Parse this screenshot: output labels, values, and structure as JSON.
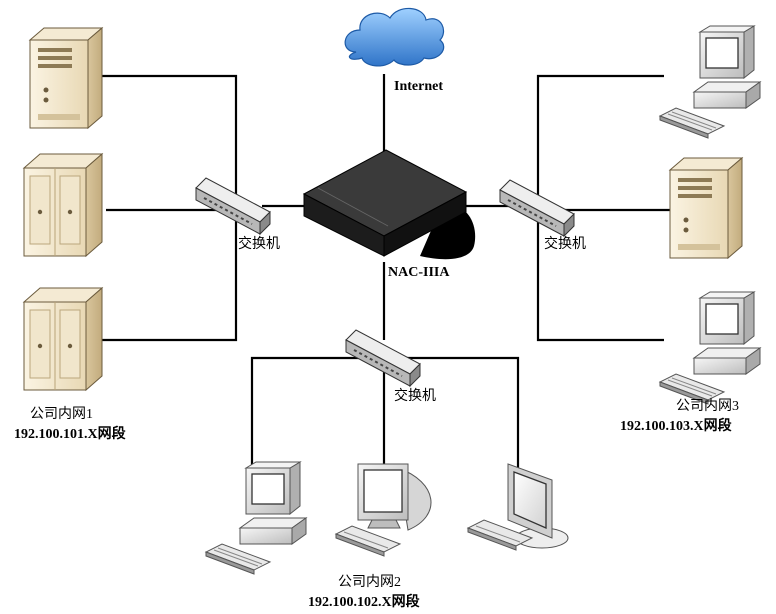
{
  "nodes": {
    "internet": "Internet",
    "gateway": "NAC-IIIA",
    "switch_left": "交换机",
    "switch_right": "交换机",
    "switch_bottom": "交换机"
  },
  "segments": {
    "net1": {
      "name": "公司内网1",
      "range": "192.100.101.X网段"
    },
    "net2": {
      "name": "公司内网2",
      "range": "192.100.102.X网段"
    },
    "net3": {
      "name": "公司内网3",
      "range": "192.100.103.X网段"
    }
  },
  "icons": {
    "cloud": "cloud-icon",
    "gateway": "network-appliance-icon",
    "switch": "network-switch-icon",
    "server": "server-tower-icon",
    "workstation": "desktop-computer-icon",
    "crt_monitor": "crt-monitor-icon",
    "lcd_monitor": "lcd-monitor-icon"
  },
  "colors": {
    "cloud": "#4a8fd8",
    "server_body": "#efe2c4",
    "computer_body": "#e6e6e6",
    "appliance": "#2b2b2b",
    "wire": "#000000"
  }
}
